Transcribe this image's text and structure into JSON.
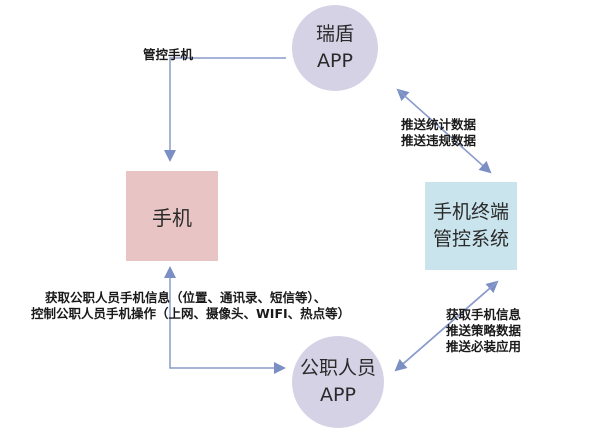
{
  "nodes": {
    "ruidun": {
      "line1": "瑞盾",
      "line2": "APP"
    },
    "phone": {
      "label": "手机"
    },
    "mdm": {
      "line1": "手机终端",
      "line2": "管控系统"
    },
    "gzry": {
      "line1": "公职人员",
      "line2": "APP"
    }
  },
  "edges": {
    "manage_phone": "管控手机",
    "stats": [
      "推送统计数据",
      "推送违规数据"
    ],
    "mdm_actions": [
      "获取手机信息",
      "推送策略数据",
      "推送必装应用"
    ],
    "collect": [
      "获取公职人员手机信息（位置、通讯录、短信等）、",
      "控制公职人员手机操作（上网、摄像头、WIFI、热点等）"
    ]
  },
  "colors": {
    "circle": "#d6d2e6",
    "phone_box": "#e9c4c4",
    "mdm_box": "#c9e4ed",
    "arrow": "#7c8fc4"
  }
}
